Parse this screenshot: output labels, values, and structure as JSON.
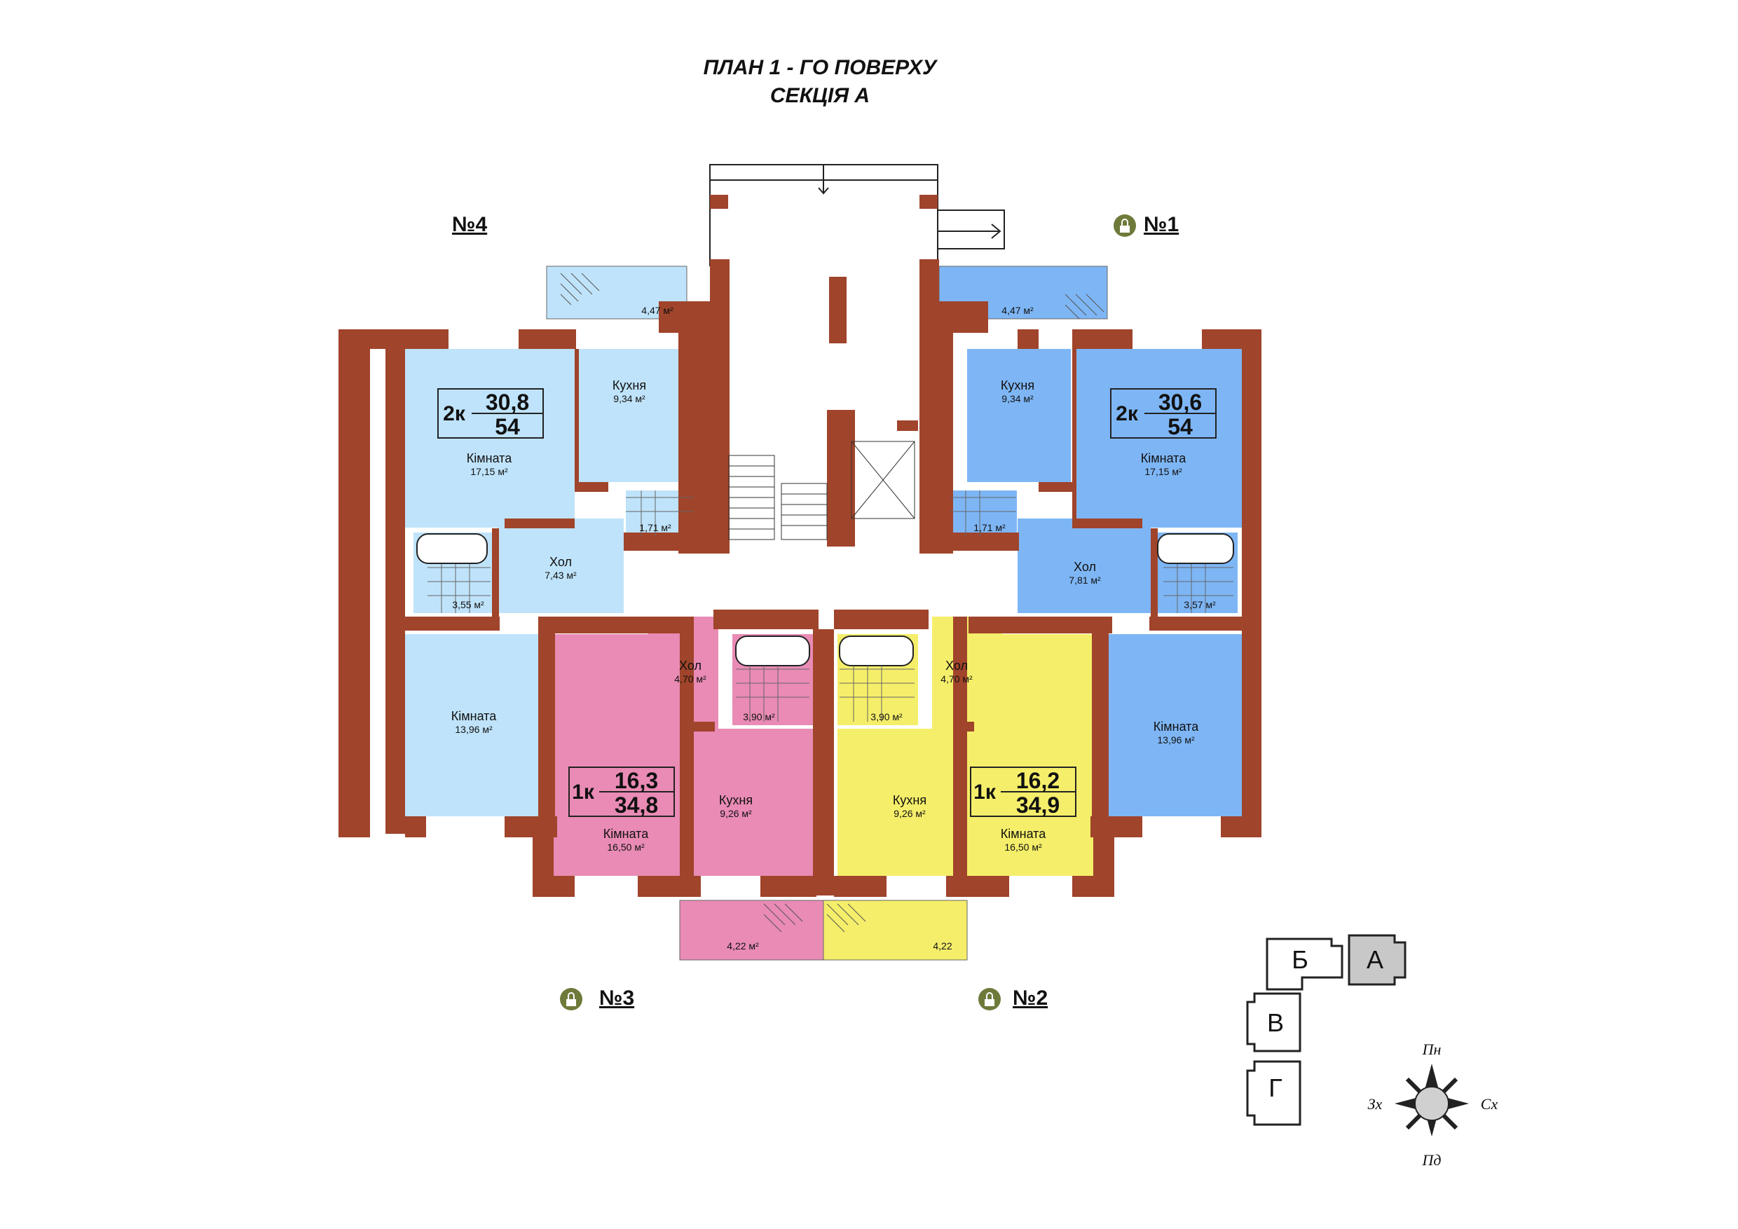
{
  "title": {
    "line1": "ПЛАН 1 - ГО ПОВЕРХУ",
    "line2": "СЕКЦІЯ А"
  },
  "colors": {
    "wall": "#A0442B",
    "blue_light": "#BFE3FA",
    "blue": "#7EB6F5",
    "pink": "#E98BB5",
    "yellow": "#F5EE6A",
    "lock": "#6E7A3A"
  },
  "apartments": {
    "a1": {
      "number": "№1",
      "rooms": "2к",
      "living": "30,6",
      "total": "54",
      "kitchen": "Кухня",
      "kitchen_area": "9,34 м²",
      "room1": "Кімната",
      "room1_area": "17,15 м²",
      "hall": "Хол",
      "hall_area": "7,81 м²",
      "room2": "Кімната",
      "room2_area": "13,96 м²",
      "wc": "1,71 м²",
      "bath": "3,57 м²",
      "balcony": "4,47 м²"
    },
    "a2": {
      "number": "№2",
      "rooms": "1к",
      "living": "16,2",
      "total": "34,9",
      "kitchen": "Кухня",
      "kitchen_area": "9,26 м²",
      "room1": "Кімната",
      "room1_area": "16,50 м²",
      "hall": "Хол",
      "hall_area": "4,70 м²",
      "bath": "3,90 м²",
      "balcony": "4,22"
    },
    "a3": {
      "number": "№3",
      "rooms": "1к",
      "living": "16,3",
      "total": "34,8",
      "kitchen": "Кухня",
      "kitchen_area": "9,26 м²",
      "room1": "Кімната",
      "room1_area": "16,50 м²",
      "hall": "Хол",
      "hall_area": "4,70 м²",
      "bath": "3,90 м²",
      "balcony": "4,22 м²"
    },
    "a4": {
      "number": "№4",
      "rooms": "2к",
      "living": "30,8",
      "total": "54",
      "kitchen": "Кухня",
      "kitchen_area": "9,34 м²",
      "room1": "Кімната",
      "room1_area": "17,15 м²",
      "hall": "Хол",
      "hall_area": "7,43 м²",
      "room2": "Кімната",
      "room2_area": "13,96 м²",
      "wc": "1,71 м²",
      "bath": "3,55 м²",
      "balcony": "4,47 м²"
    }
  },
  "keyplan": {
    "s1": "Б",
    "s2": "А",
    "s3": "В",
    "s4": "Г"
  },
  "compass": {
    "n": "Пн",
    "s": "Пд",
    "w": "Зх",
    "e": "Сх"
  }
}
